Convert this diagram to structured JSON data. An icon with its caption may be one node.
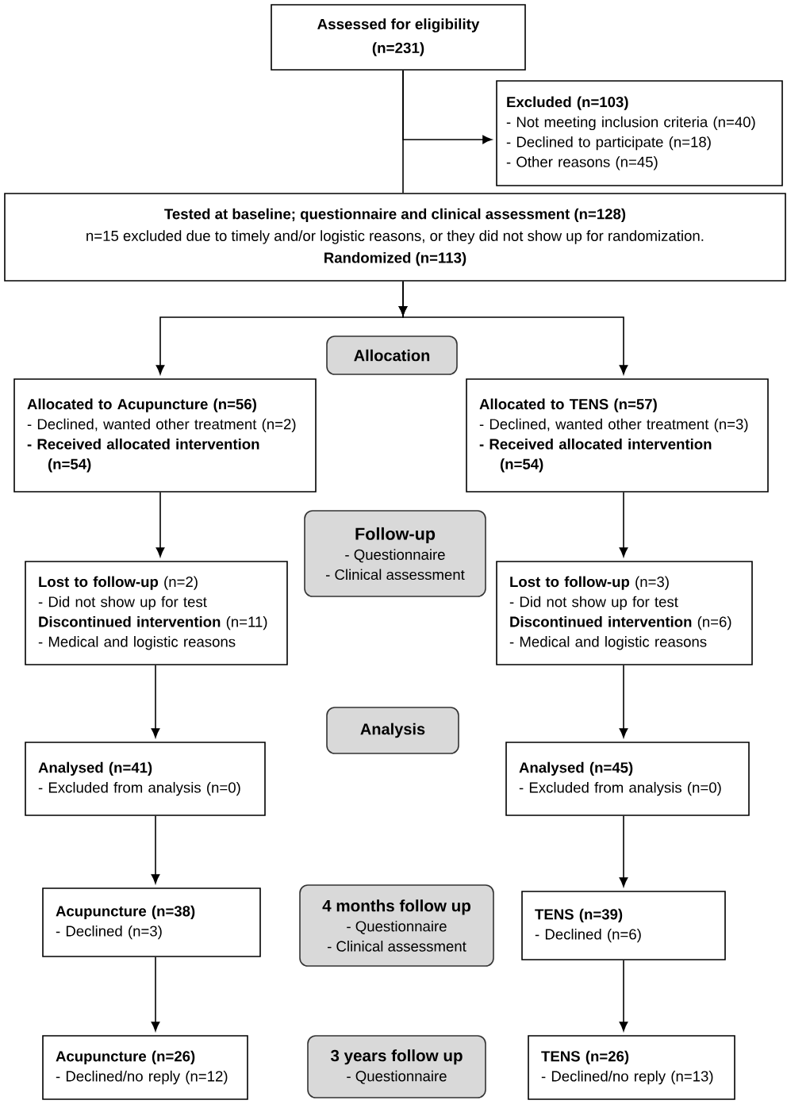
{
  "diagram": {
    "nodes": [
      {
        "text": [
          "Assessed for eligibility (n=231)"
        ]
      },
      {
        "text": [
          "Excluded (n=103)",
          "- Not meeting inclusion criteria (n=40)",
          "- Declined to participate (n=18)",
          "- Other reasons (n=45)"
        ]
      },
      {
        "text": [
          "Tested at baseline; questionnaire and clinical assessment (n=128)",
          "n=15 excluded due to timely and/or logistic reasons, or they did not show up for randomization.",
          "Randomized (n=113)"
        ]
      },
      {
        "text": [
          "Allocation"
        ]
      },
      {
        "text": [
          "Allocated to Acupuncture (n=56)",
          "- Declined, wanted other treatment (n=2)",
          "- Received allocated intervention (n=54)"
        ]
      },
      {
        "text": [
          "Allocated to TENS (n=57)",
          "- Declined, wanted other treatment (n=3)",
          "- Received allocated intervention (n=54)"
        ]
      },
      {
        "text": [
          "Follow-up",
          "- Questionnaire",
          "- Clinical assessment"
        ]
      },
      {
        "text": [
          "**Lost to follow-up** (n=2)",
          "- Did not show up for test",
          "**Discontinued intervention** (n=11)",
          "- Medical and logistic reasons"
        ]
      },
      {
        "text": [
          "**Lost to follow-up** (n=3)",
          "- Did not show up for test",
          "**Discontinued intervention** (n=6)",
          "- Medical and logistic reasons"
        ]
      },
      {
        "text": [
          "Analysis"
        ]
      },
      {
        "text": [
          "Analysed (n=41)",
          "- Excluded from analysis (n=0)"
        ]
      },
      {
        "text": [
          "Analysed (n=45)",
          "- Excluded from analysis (n=0)"
        ]
      },
      {
        "text": [
          "Acupuncture (n=38)",
          "- Declined (n=3)"
        ]
      },
      {
        "text": [
          "4 months follow up",
          "- Questionnaire",
          "- Clinical assessment"
        ]
      },
      {
        "text": [
          "TENS (n=39)",
          "- Declined (n=6)"
        ]
      },
      {
        "text": [
          "Acupuncture (n=26)",
          "- Declined/no reply (n=12)"
        ]
      },
      {
        "text": [
          "3 years follow up",
          "- Questionnaire"
        ]
      },
      {
        "text": [
          "TENS (n=26)",
          "- Declined/no reply (n=13)"
        ]
      }
    ],
    "edges": [
      {
        "from": 0,
        "to": 2,
        "arrow": "none"
      },
      {
        "from": 0,
        "to": 1,
        "arrow": "to"
      },
      {
        "from": 2,
        "to": 4,
        "arrow": "to"
      },
      {
        "from": 2,
        "to": 5,
        "arrow": "to"
      },
      {
        "from": 4,
        "to": 7,
        "arrow": "to"
      },
      {
        "from": 5,
        "to": 8,
        "arrow": "to"
      },
      {
        "from": 7,
        "to": 10,
        "arrow": "to"
      },
      {
        "from": 8,
        "to": 11,
        "arrow": "to"
      },
      {
        "from": 10,
        "to": 12,
        "arrow": "to"
      },
      {
        "from": 11,
        "to": 14,
        "arrow": "to"
      },
      {
        "from": 12,
        "to": 15,
        "arrow": "to"
      },
      {
        "from": 14,
        "to": 17,
        "arrow": "to"
      }
    ]
  }
}
